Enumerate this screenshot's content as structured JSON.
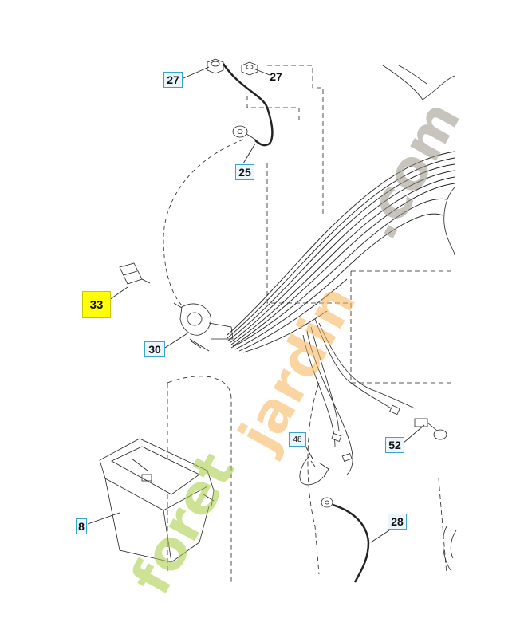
{
  "callouts": {
    "c27a": "27",
    "c27b": "27",
    "c25": "25",
    "c33": "33",
    "c30": "30",
    "c48": "48",
    "c52": "52",
    "c8": "8",
    "c28": "28"
  },
  "highlight_color": "#ffff00",
  "watermark": {
    "part1": "foret",
    "part2": "jardin",
    "part3": ".com",
    "color1": "#a6cc3e",
    "color2": "#f7b455",
    "color3": "#9b9488"
  }
}
